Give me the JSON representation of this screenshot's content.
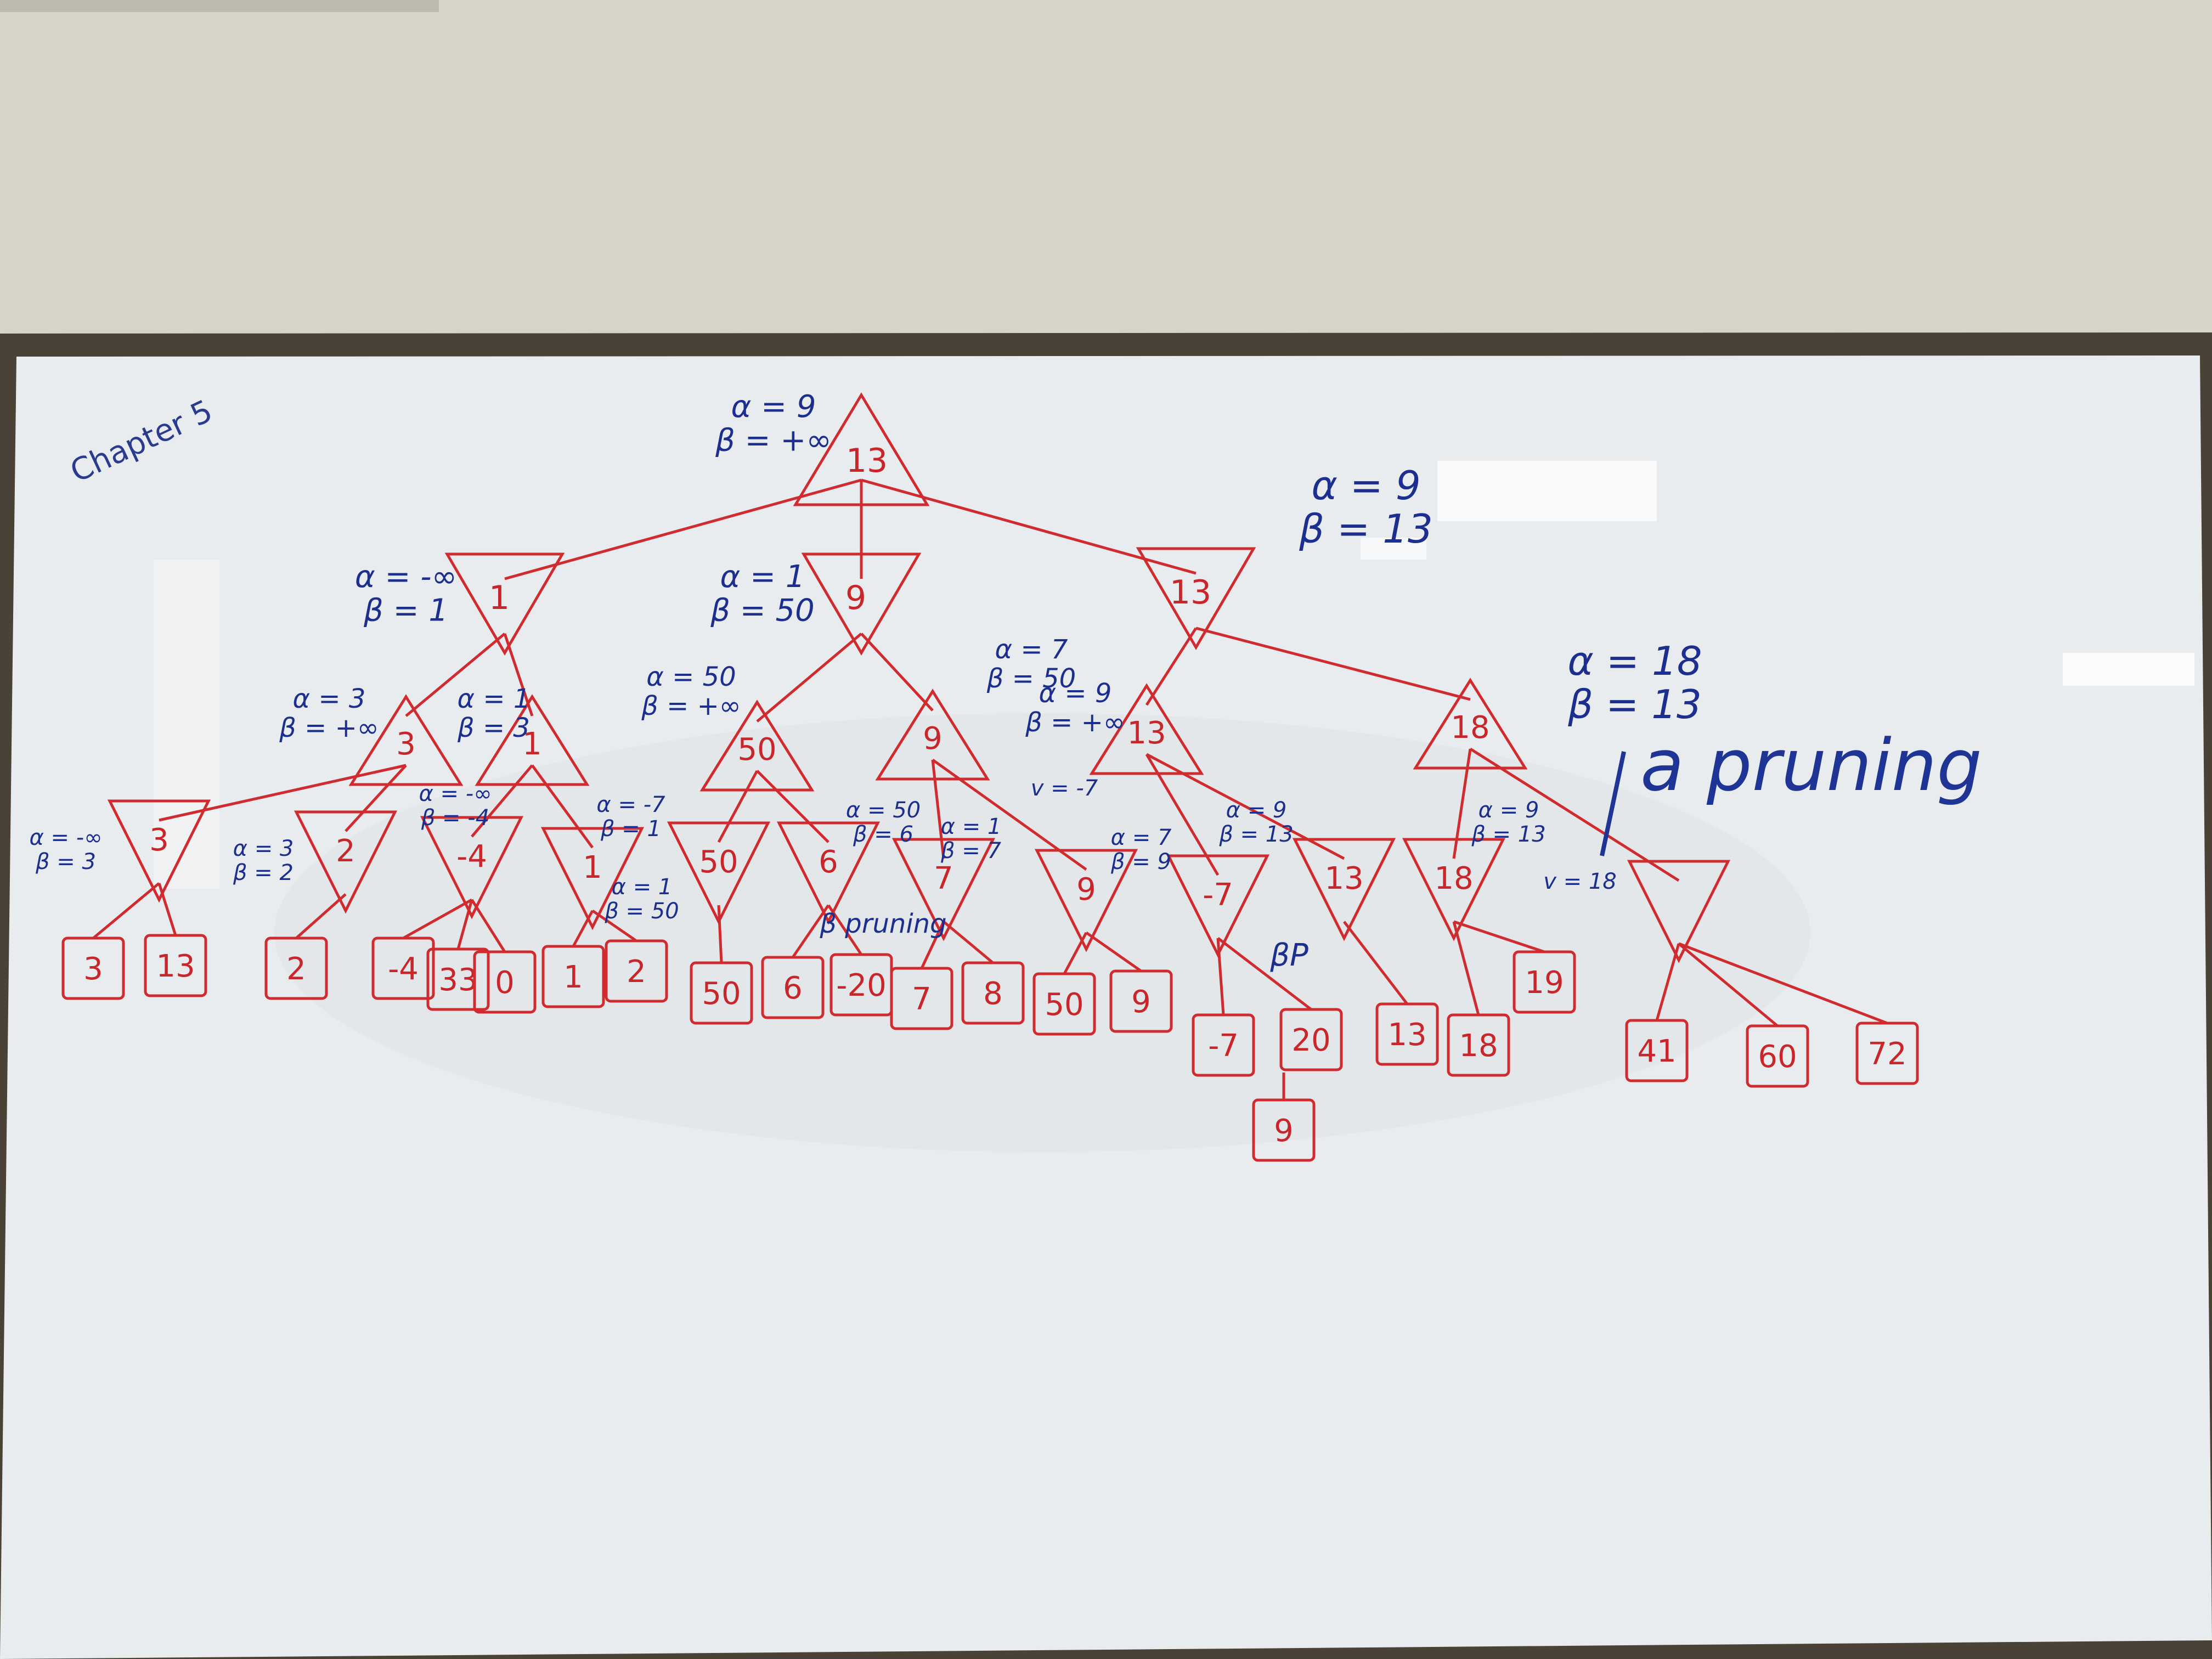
{
  "colors": {
    "wall": "#d6d3c9",
    "frame": "#4a4236",
    "board": "#e9ecef",
    "red_marker": "#d02b2f",
    "blue_marker": "#1f3596"
  },
  "board": {
    "heading": "Chapter 5",
    "note": "a pruning"
  },
  "tree": {
    "root": {
      "value": "13",
      "alpha": "α = 9",
      "beta": "β = +∞"
    },
    "level1": [
      {
        "value": "1",
        "alpha": "α = -∞",
        "beta": "β = 1"
      },
      {
        "value": "9",
        "alpha": "α = 1",
        "beta": "β = 50"
      },
      {
        "value": "13",
        "alpha": "α = 9",
        "beta": "β = 13"
      }
    ],
    "level2": [
      {
        "value": "3",
        "alpha": "α = 3",
        "beta": "β = +∞"
      },
      {
        "value": "1",
        "alpha": "α = 1",
        "beta": "β = 3"
      },
      {
        "value": "50",
        "alpha": "α = 50",
        "beta": "β = +∞"
      },
      {
        "value": "9",
        "alpha": "α = 7",
        "beta": "β = 50"
      },
      {
        "value": "13",
        "alpha": "α = 9",
        "beta": "β = +∞"
      },
      {
        "value": "18",
        "alpha": "α = 18",
        "beta": "β = 13"
      }
    ],
    "level3": [
      {
        "value": "3",
        "alpha": "α = -∞",
        "beta": "β = 3"
      },
      {
        "value": "2",
        "alpha": "α = 3",
        "beta": "β = 2"
      },
      {
        "value": "-4",
        "alpha": "α = -∞",
        "beta": "β = -4"
      },
      {
        "value": "1",
        "alpha": "α = -7",
        "beta": "β = 1"
      },
      {
        "value": "50",
        "alpha": "α = 1",
        "beta": "β = 50"
      },
      {
        "value": "6",
        "alpha": "α = 50",
        "beta": "β = 6"
      },
      {
        "value": "7",
        "alpha": "α = 1",
        "beta": "β = 7"
      },
      {
        "value": "9",
        "alpha": "v = -7",
        "beta": ""
      },
      {
        "value": "-7",
        "alpha": "α = 7",
        "beta": "β = 9"
      },
      {
        "value": "13",
        "alpha": "α = 9",
        "beta": "β = 13"
      },
      {
        "value": "18",
        "alpha": "α = 9",
        "beta": "β = 13"
      },
      {
        "value": "",
        "alpha": "v = 18",
        "beta": ""
      }
    ],
    "leaves": [
      "3",
      "13",
      "2",
      "-4",
      "33",
      "0",
      "1",
      "2",
      "50",
      "6",
      "-20",
      "7",
      "8",
      "50",
      "9",
      "-7",
      "20",
      "13",
      "18",
      "19",
      "41",
      "60",
      "72",
      "9"
    ],
    "prune_marks": [
      "β pruning",
      "βP"
    ]
  }
}
